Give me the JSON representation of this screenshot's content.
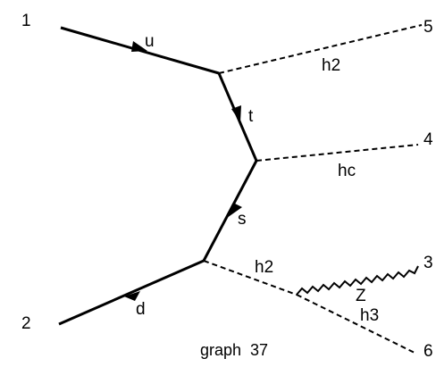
{
  "diagram": {
    "caption": "graph  37",
    "externals": {
      "n1": "1",
      "n2": "2",
      "n3": "3",
      "n4": "4",
      "n5": "5",
      "n6": "6"
    },
    "propagators": {
      "u": "u",
      "t": "t",
      "s": "s",
      "d": "d",
      "h2_top": "h2",
      "hc": "hc",
      "h2_bottom": "h2",
      "z": "Z",
      "h3": "h3"
    },
    "line_styles": {
      "fermion": "solid-with-arrow",
      "scalar": "dashed",
      "vector": "zigzag"
    }
  }
}
